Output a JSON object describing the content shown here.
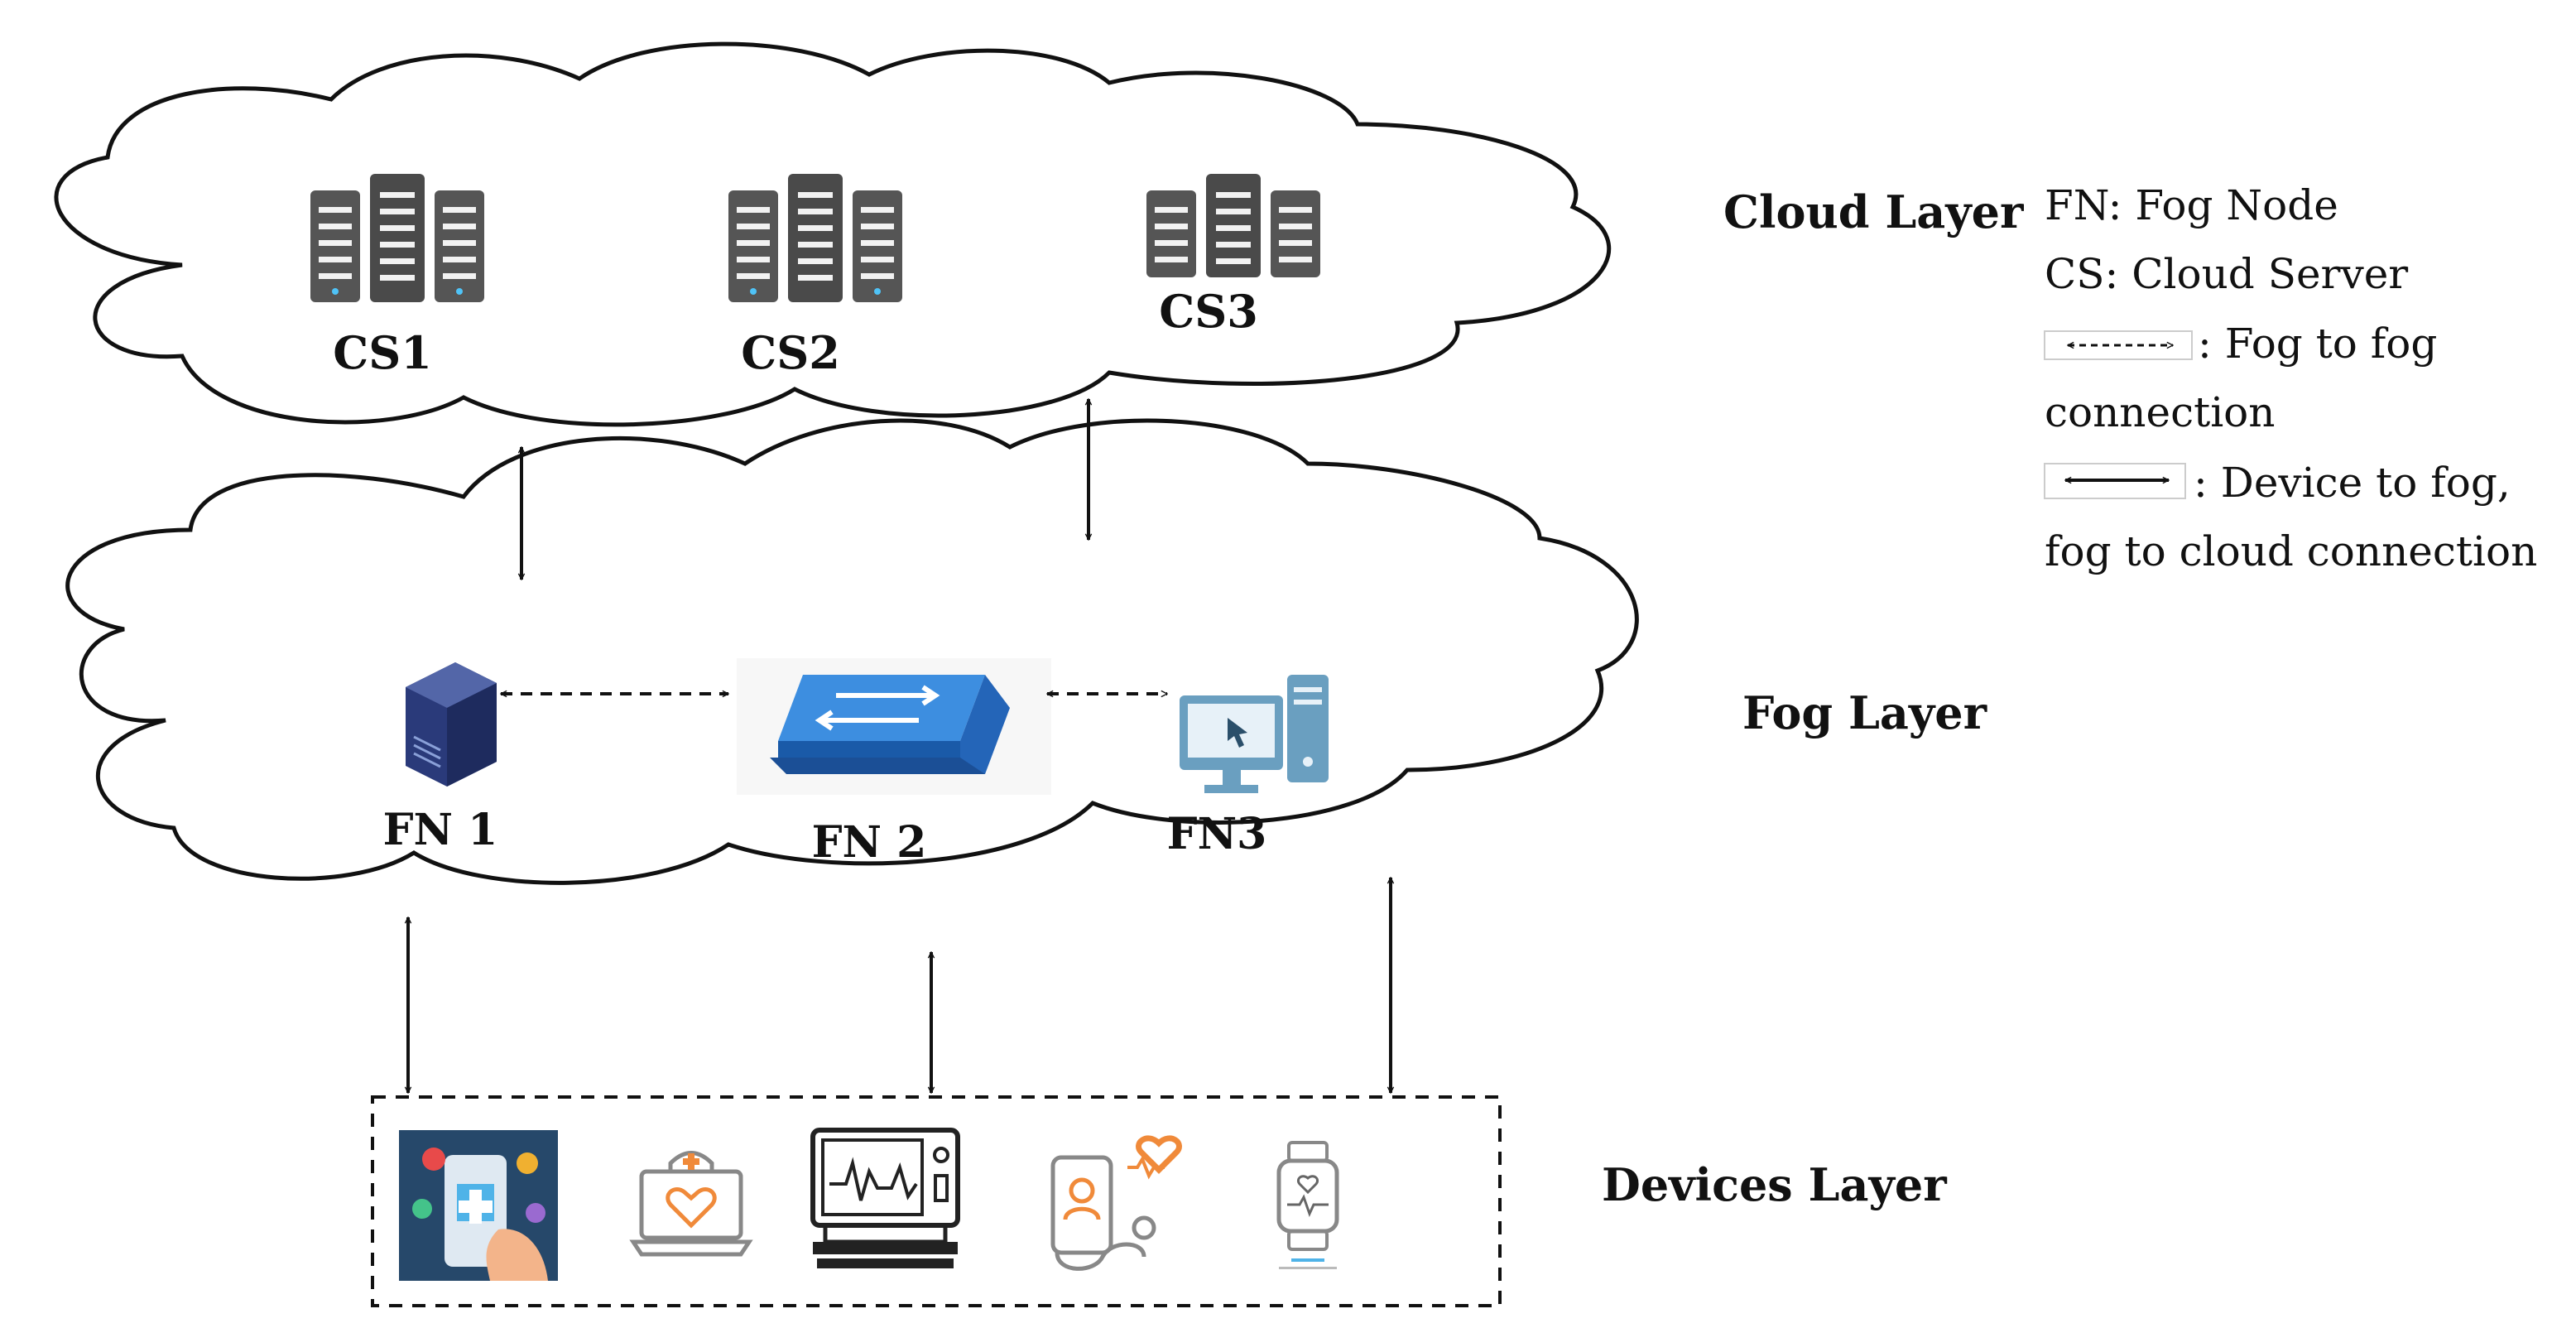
{
  "layers": {
    "cloud": "Cloud Layer",
    "fog": "Fog Layer",
    "devices": "Devices Layer"
  },
  "cloud_servers": [
    "CS1",
    "CS2",
    "CS3"
  ],
  "fog_nodes": [
    "FN 1",
    "FN 2",
    "FN3"
  ],
  "legend": {
    "line1": "FN: Fog Node",
    "line2": "CS: Cloud Server",
    "line3": ": Fog to fog",
    "line4": "connection",
    "line5": ": Device to fog,",
    "line6": "fog to cloud connection"
  },
  "device_icons": [
    "health-app-icon",
    "nurse-laptop-icon",
    "ecg-monitor-icon",
    "stethoscope-phone-icon",
    "smartwatch-icon"
  ],
  "colors": {
    "server_gray": "#555555",
    "fog_server_blue": "#2a3a7a",
    "switch_blue": "#1f6fc4",
    "desktop_blue": "#6a9fc0",
    "device_orange": "#f08a3a"
  }
}
